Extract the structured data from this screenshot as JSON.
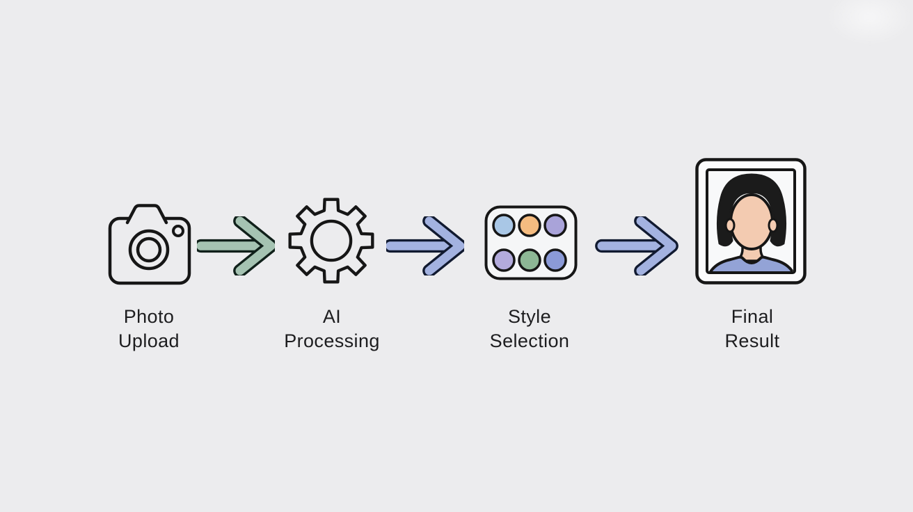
{
  "canvas": {
    "background_color": "#ececee",
    "text_color": "#1d1d1f",
    "icon_outline_color": "#161616"
  },
  "flow": {
    "steps": [
      {
        "icon": "camera-icon",
        "label_lines": [
          "Photo",
          "Upload"
        ]
      },
      {
        "icon": "gear-icon",
        "label_lines": [
          "AI",
          "Processing"
        ]
      },
      {
        "icon": "style-palette-icon",
        "label_lines": [
          "Style",
          "Selection"
        ]
      },
      {
        "icon": "portrait-icon",
        "label_lines": [
          "Final",
          "Result"
        ]
      }
    ],
    "arrows": [
      {
        "name": "arrow-1",
        "fill": "#a5c3b2",
        "outline": "#10201a"
      },
      {
        "name": "arrow-2",
        "fill": "#a3b2e0",
        "outline": "#111a30"
      },
      {
        "name": "arrow-3",
        "fill": "#a3b2e0",
        "outline": "#111a30"
      }
    ],
    "style_palette": {
      "panel_fill": "#f5f6f7",
      "swatches": [
        "#a9c7e6",
        "#f5bc80",
        "#a9a3d9",
        "#b3abdc",
        "#8db795",
        "#8b9ad7"
      ]
    },
    "portrait": {
      "frame_fill": "#fbfbfc",
      "photo_fill": "#f8f9fa",
      "hair_color": "#1b1b1b",
      "skin_color": "#f3cbb1",
      "shirt_color": "#93a3d6"
    }
  }
}
